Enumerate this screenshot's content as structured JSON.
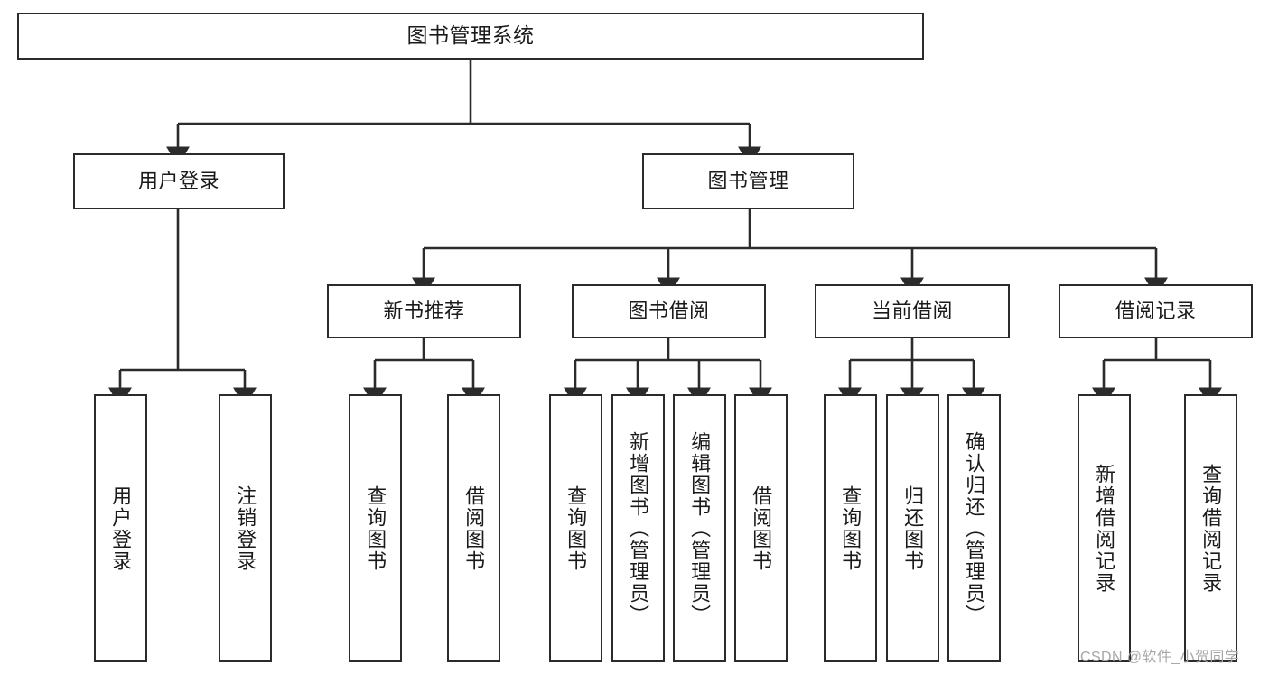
{
  "diagram": {
    "title": "图书管理系统",
    "type": "hierarchy-tree",
    "colors": {
      "box_border": "#2b2b2b",
      "box_fill": "#ffffff",
      "edge": "#2b2b2b",
      "text": "#1a1a1a",
      "watermark": "#a8a8a8",
      "background": "#ffffff"
    },
    "watermark": "CSDN @软件_小贺同学",
    "nodes": {
      "root": {
        "label": "图书管理系统"
      },
      "level2": [
        {
          "label": "用户登录"
        },
        {
          "label": "图书管理"
        }
      ],
      "level3": [
        {
          "label": "新书推荐"
        },
        {
          "label": "图书借阅"
        },
        {
          "label": "当前借阅"
        },
        {
          "label": "借阅记录"
        }
      ],
      "leaves": {
        "user_login": [
          {
            "label": "用户登录"
          },
          {
            "label": "注销登录"
          }
        ],
        "new_book_recommend": [
          {
            "label": "查询图书"
          },
          {
            "label": "借阅图书"
          }
        ],
        "book_borrow": [
          {
            "label": "查询图书"
          },
          {
            "label": "新增图书（管理员）"
          },
          {
            "label": "编辑图书（管理员）"
          },
          {
            "label": "借阅图书"
          }
        ],
        "current_borrow": [
          {
            "label": "查询图书"
          },
          {
            "label": "归还图书"
          },
          {
            "label": "确认归还（管理员）"
          }
        ],
        "borrow_record": [
          {
            "label": "新增借阅记录"
          },
          {
            "label": "查询借阅记录"
          }
        ]
      }
    }
  }
}
